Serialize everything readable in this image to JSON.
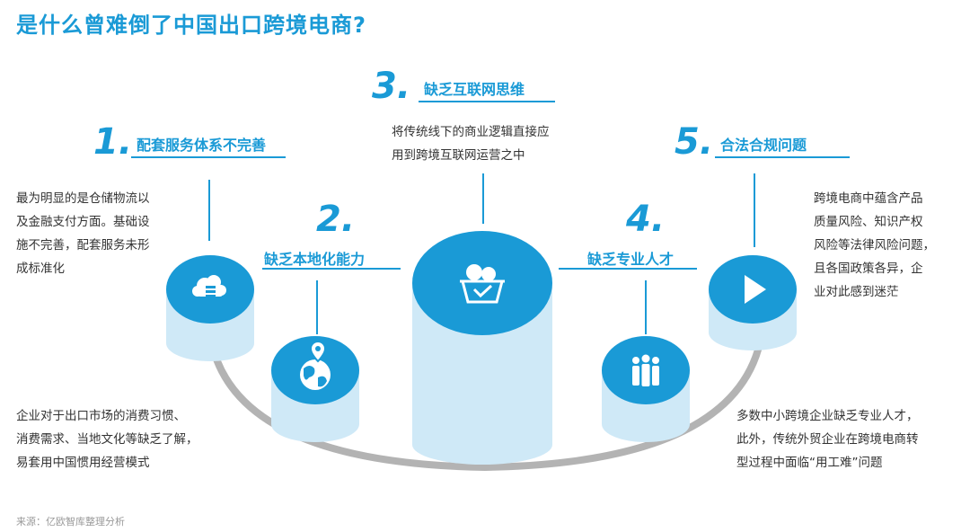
{
  "title": "是什么曾难倒了中国出口跨境电商?",
  "source": "来源：亿欧智库整理分析",
  "colors": {
    "accent": "#1a9ad6",
    "cylinder_body": "#cfe9f7",
    "ring": "#b3b3b3"
  },
  "items": [
    {
      "num": "1.",
      "heading": "配套服务体系不完善",
      "icon": "cloud-server-icon",
      "desc": [
        "最为明显的是仓储物流以",
        "及金融支付方面。基础设",
        "施不完善，配套服务未形",
        "成标准化"
      ]
    },
    {
      "num": "2.",
      "heading": "缺乏本地化能力",
      "icon": "globe-location-icon",
      "desc": [
        "企业对于出口市场的消费习惯、",
        "消费需求、当地文化等缺乏了解，",
        "易套用中国惯用经营模式"
      ]
    },
    {
      "num": "3.",
      "heading": "缺乏互联网思维",
      "icon": "basket-check-icon",
      "desc": [
        "将传统线下的商业逻辑直接应",
        "用到跨境互联网运营之中"
      ]
    },
    {
      "num": "4.",
      "heading": "缺乏专业人才",
      "icon": "people-group-icon",
      "desc": [
        "多数中小跨境企业缺乏专业人才，",
        "此外，传统外贸企业在跨境电商转",
        "型过程中面临“用工难”问题"
      ]
    },
    {
      "num": "5.",
      "heading": "合法合规问题",
      "icon": "play-icon",
      "desc": [
        "跨境电商中蕴含产品",
        "质量风险、知识产权",
        "风险等法律风险问题，",
        "且各国政策各异，企",
        "业对此感到迷茫"
      ]
    }
  ]
}
